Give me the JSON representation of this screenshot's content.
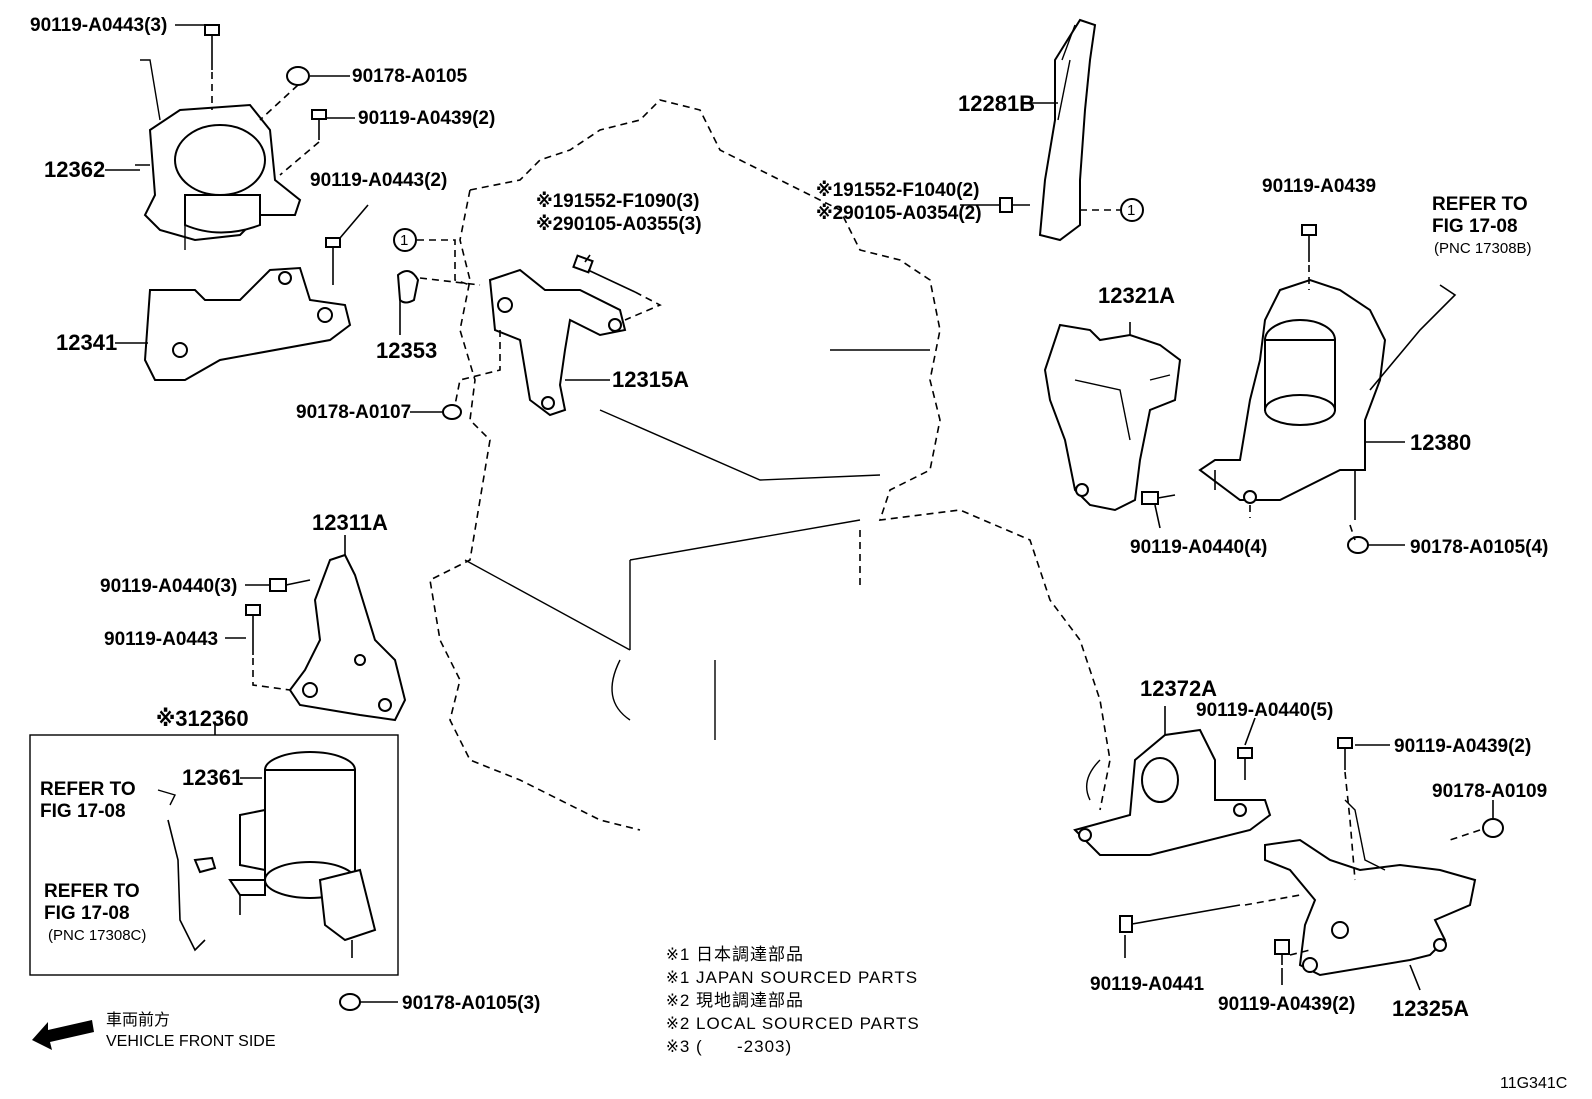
{
  "labels": {
    "p90119_A0443_3": "90119-A0443(3)",
    "p90178_A0105": "90178-A0105",
    "p90119_A0439_2a": "90119-A0439(2)",
    "p90119_A0443_2": "90119-A0443(2)",
    "p12362": "12362",
    "p12341": "12341",
    "circle1a": "1",
    "p12353": "12353",
    "p191552_F1090": "※191552-F1090(3)",
    "p290105_A0355": "※290105-A0355(3)",
    "p12315A": "12315A",
    "p90178_A0107": "90178-A0107",
    "p12281B": "12281B",
    "p191552_F1040": "※191552-F1040(2)",
    "p290105_A0354": "※290105-A0354(2)",
    "circle1b": "1",
    "p90119_A0439": "90119-A0439",
    "refer1_a": "REFER TO",
    "refer1_b": "FIG 17-08",
    "refer1_c": "(PNC 17308B)",
    "p12321A": "12321A",
    "p12380": "12380",
    "p90119_A0440_4": "90119-A0440(4)",
    "p90178_A0105_4": "90178-A0105(4)",
    "p12311A": "12311A",
    "p90119_A0440_3": "90119-A0440(3)",
    "p90119_A0443": "90119-A0443",
    "p12360": "※312360",
    "p12361": "12361",
    "refer2_a": "REFER TO",
    "refer2_b": "FIG 17-08",
    "refer3_a": "REFER TO",
    "refer3_b": "FIG 17-08",
    "refer3_c": "(PNC 17308C)",
    "p90178_A0105_3": "90178-A0105(3)",
    "p12372A": "12372A",
    "p90119_A0440_5": "90119-A0440(5)",
    "p90119_A0439_2b": "90119-A0439(2)",
    "p90178_A0109": "90178-A0109",
    "p90119_A0441": "90119-A0441",
    "p90119_A0439_2c": "90119-A0439(2)",
    "p12325A": "12325A"
  },
  "notes": [
    "※1 日本調達部品",
    "※1 JAPAN SOURCED PARTS",
    "※2 現地調達部品",
    "※2 LOCAL SOURCED PARTS",
    "※3 (      -2303)"
  ],
  "front": {
    "jp": "車両前方",
    "en": "VEHICLE FRONT SIDE"
  },
  "figure_code": "11G341C"
}
